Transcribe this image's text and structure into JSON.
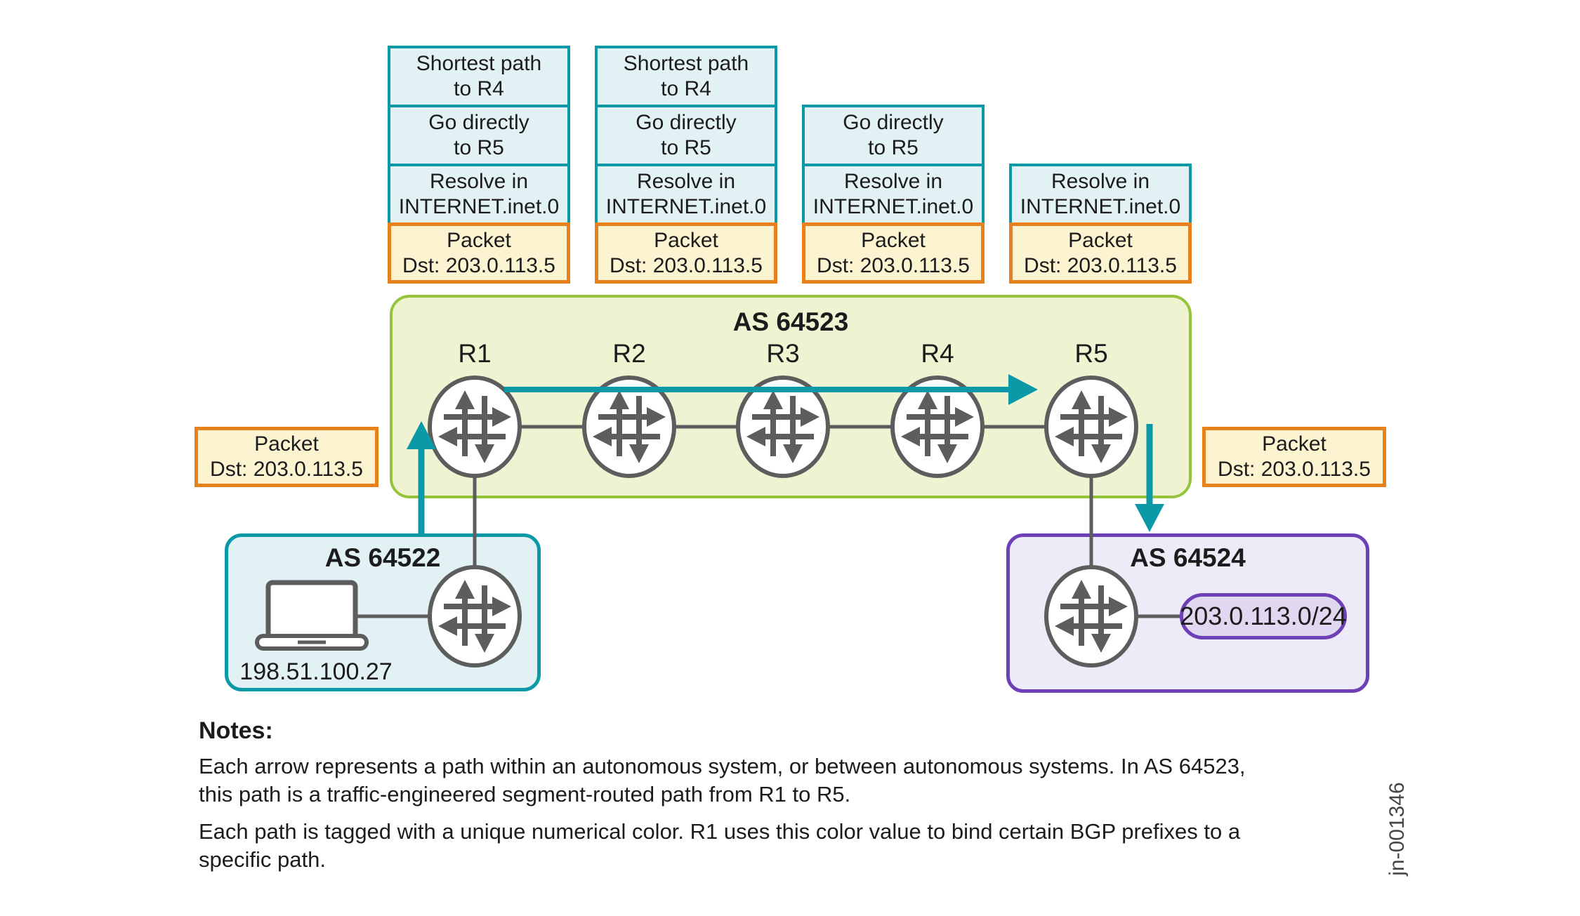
{
  "stack_rows": {
    "shortest": {
      "line1": "Shortest path",
      "line2": "to R4"
    },
    "direct": {
      "line1": "Go directly",
      "line2": "to R5"
    },
    "resolve": {
      "line1": "Resolve in",
      "line2": "INTERNET.inet.0"
    },
    "packet": {
      "line1": "Packet",
      "line2": "Dst: 203.0.113.5"
    }
  },
  "as64523": {
    "title": "AS 64523"
  },
  "as64522": {
    "title": "AS 64522",
    "host_ip": "198.51.100.27"
  },
  "as64524": {
    "title": "AS 64524",
    "prefix": "203.0.113.0/24"
  },
  "routers": {
    "r1": "R1",
    "r2": "R2",
    "r3": "R3",
    "r4": "R4",
    "r5": "R5"
  },
  "notes": {
    "heading": "Notes:",
    "para1_line1": "Each arrow represents a path within an autonomous system, or between autonomous systems. In AS 64523,",
    "para1_line2": "this path is a traffic-engineered segment-routed path from R1 to R5.",
    "para2_line1": "Each path is tagged with a unique numerical color. R1 uses this color value to bind certain BGP prefixes to a",
    "para2_line2": "specific path."
  },
  "figure_id": "jn-001346",
  "colors": {
    "teal": "#0b99a8",
    "orange": "#e8811c",
    "cream_fill": "#fcf3d1",
    "cyan_fill": "#e2f1f4",
    "green_border": "#96c33c",
    "green_fill": "#f0f3d1",
    "purple_border": "#6d40b5",
    "lavender_fill": "#edebf7",
    "pill_fill": "#e0d7f1",
    "icon_gray": "#5d5d5d"
  }
}
